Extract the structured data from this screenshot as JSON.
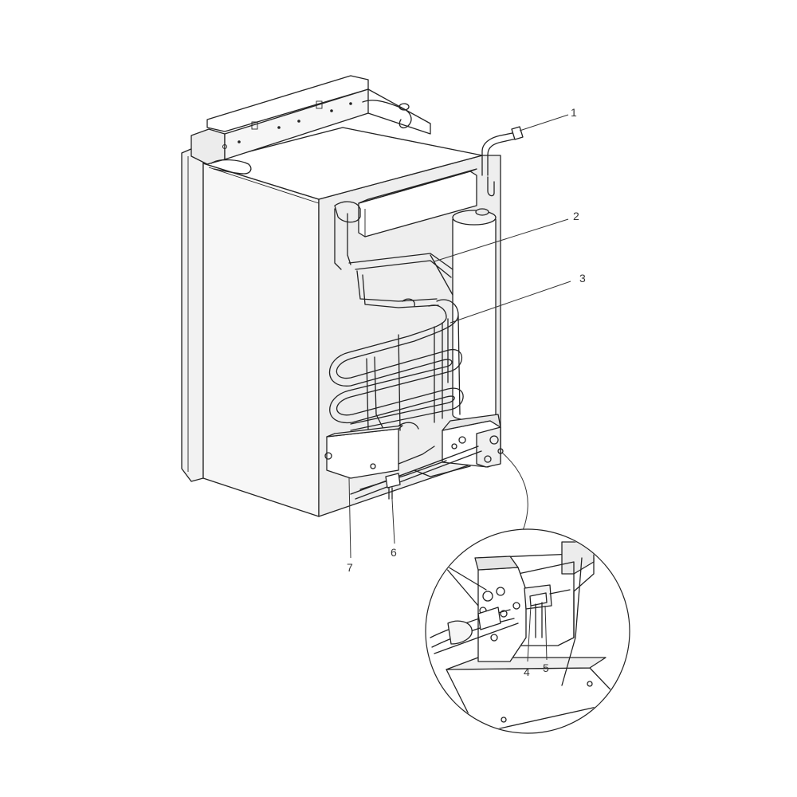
{
  "callouts": [
    {
      "id": "1",
      "text": "1"
    },
    {
      "id": "2",
      "text": "2"
    },
    {
      "id": "3",
      "text": "3"
    },
    {
      "id": "4",
      "text": "4"
    },
    {
      "id": "5",
      "text": "5"
    },
    {
      "id": "6",
      "text": "6"
    },
    {
      "id": "7",
      "text": "7"
    }
  ],
  "colors": {
    "line": "#222222",
    "face_front": "#ffffff",
    "face_side": "#eeeeee",
    "face_shadow": "#d6d6d6",
    "label": "#333333"
  }
}
